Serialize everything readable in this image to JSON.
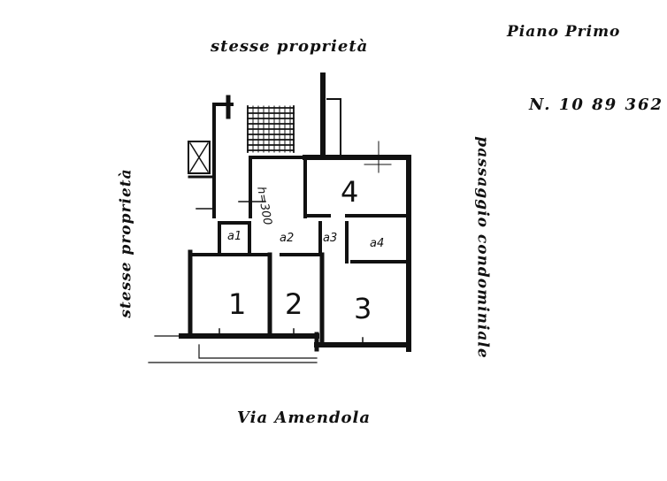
{
  "labels": {
    "top": "stesse proprietà",
    "left": "stesse proprietà",
    "right": "passaggio condominiale",
    "bottom": "Via Amendola",
    "floor": "Piano Primo",
    "number": "N. 10 89 362",
    "height": "h=300"
  },
  "rooms": [
    {
      "id": "1",
      "label": "1"
    },
    {
      "id": "2",
      "label": "2"
    },
    {
      "id": "3",
      "label": "3"
    },
    {
      "id": "4",
      "label": "4"
    },
    {
      "id": "a1",
      "label": "a1"
    },
    {
      "id": "a2",
      "label": "a2"
    },
    {
      "id": "a3",
      "label": "a3"
    },
    {
      "id": "a4",
      "label": "a4"
    }
  ]
}
